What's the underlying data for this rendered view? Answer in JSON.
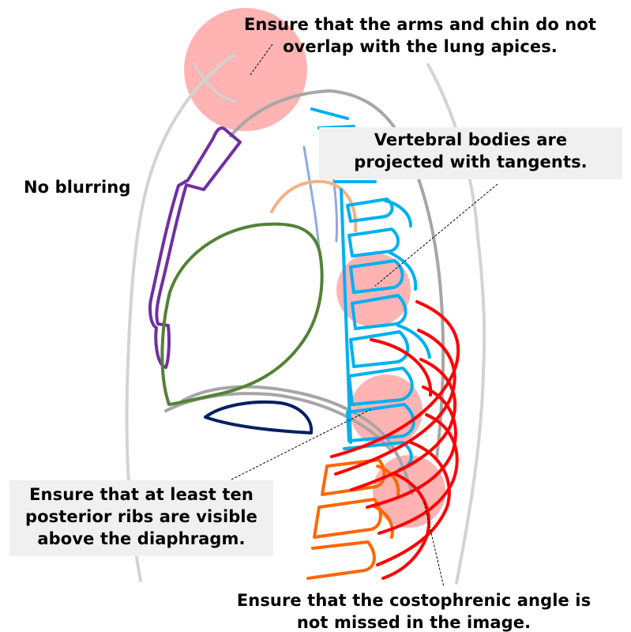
{
  "colors": {
    "body_outline": "#d3d3d3",
    "thorax_outline": "#a6a6a6",
    "arm_bones": "#7030a0",
    "lung": "#548235",
    "heart": "#002060",
    "cervical_spine": "#00b0f0",
    "thoracic_spine": "#00b0f0",
    "lumbar_spine": "#ff6600",
    "posterior_ribs": "#ff0000",
    "clavicle": "#f4b183",
    "trachea": "#8faadc",
    "highlight_circles": "#ff9999"
  },
  "annotations": {
    "arms_chin": "Ensure that the arms and chin do not\noverlap with the lung apices.",
    "vertebral_bodies": "Vertebral bodies are\nprojected with tangents.",
    "no_blurring": "No blurring",
    "posterior_ribs": "Ensure that at least ten\nposterior ribs are visible\nabove the diaphragm.",
    "costophrenic_angle": "Ensure that the costophrenic angle is\nnot missed in the image."
  }
}
